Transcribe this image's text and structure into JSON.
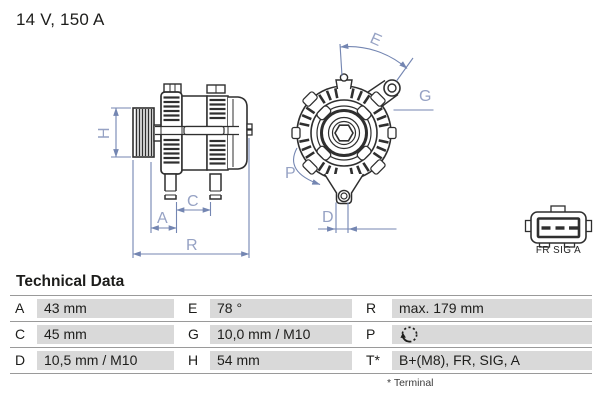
{
  "title": "14 V, 150 A",
  "dimensions": {
    "H": "H",
    "A": "A",
    "C": "C",
    "R": "R",
    "E": "E",
    "G": "G",
    "P": "P",
    "D": "D"
  },
  "connector": {
    "label": "FR SIG A"
  },
  "table": {
    "heading": "Technical Data",
    "rows": [
      {
        "c1": {
          "k": "A",
          "v": "43 mm"
        },
        "c2": {
          "k": "E",
          "v": "78 °"
        },
        "c3": {
          "k": "R",
          "v": "max. 179 mm"
        }
      },
      {
        "c1": {
          "k": "C",
          "v": "45 mm"
        },
        "c2": {
          "k": "G",
          "v": "10,0 mm / M10"
        },
        "c3": {
          "k": "P",
          "v": "",
          "icon": "clockwise-rotation"
        }
      },
      {
        "c1": {
          "k": "D",
          "v": "10,5 mm / M10"
        },
        "c2": {
          "k": "H",
          "v": "54 mm"
        },
        "c3": {
          "k": "T*",
          "v": "B+(M8), FR, SIG, A"
        }
      }
    ],
    "footnote": "* Terminal"
  },
  "colors": {
    "ink": "#2f2f2f",
    "dimension_blue": "#7486b2",
    "dimension_label": "#96a2c4",
    "table_cell_gray": "#d9d9d9",
    "table_line_gray": "#9a9a9a",
    "text": "#1d1d1b"
  }
}
